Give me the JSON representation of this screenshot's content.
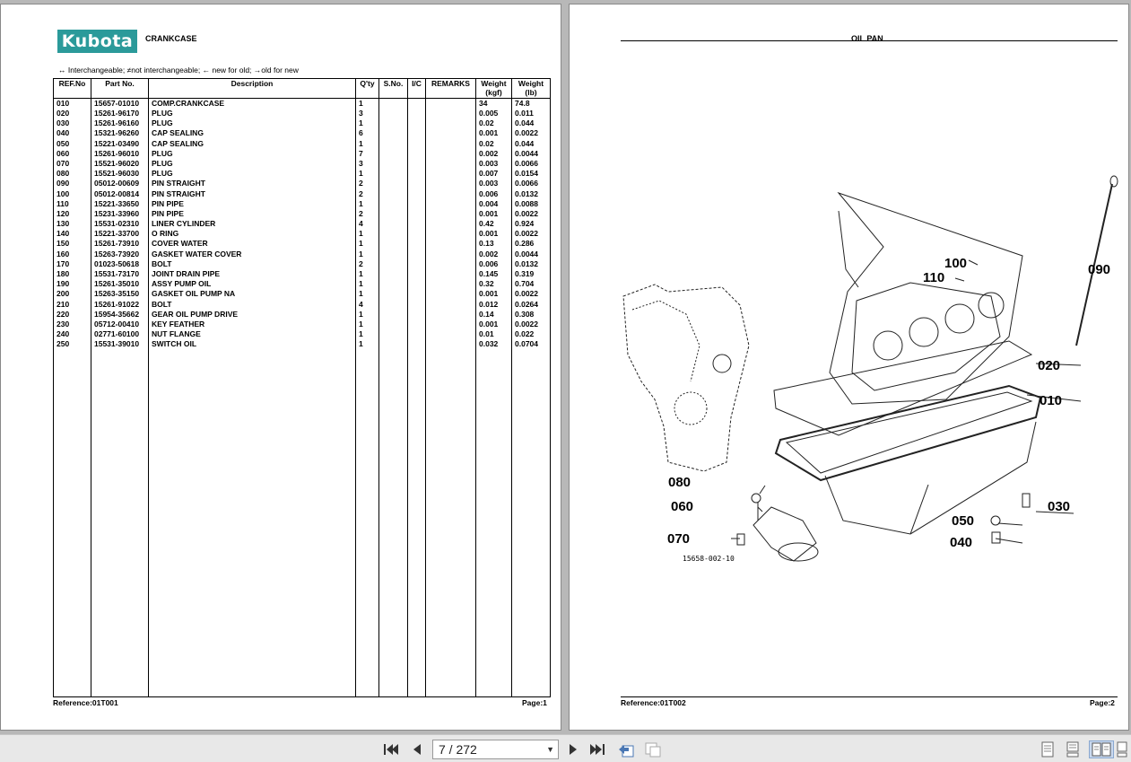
{
  "left_page": {
    "logo": "Kubota",
    "title": "CRANKCASE",
    "legend": "↔ Interchangeable;   ≠not interchangeable;   ← new for old;   →old for new",
    "columns": [
      "REF.No",
      "Part No.",
      "Description",
      "Q'ty",
      "S.No.",
      "I/C",
      "REMARKS",
      "Weight\n(kgf)",
      "Weight\n(lb)"
    ],
    "rows": [
      [
        "010",
        "15657-01010",
        "COMP.CRANKCASE",
        "1",
        "",
        "",
        "",
        "34",
        "74.8"
      ],
      [
        "020",
        "15261-96170",
        "PLUG",
        "3",
        "",
        "",
        "",
        "0.005",
        "0.011"
      ],
      [
        "030",
        "15261-96160",
        "PLUG",
        "1",
        "",
        "",
        "",
        "0.02",
        "0.044"
      ],
      [
        "040",
        "15321-96260",
        "CAP SEALING",
        "6",
        "",
        "",
        "",
        "0.001",
        "0.0022"
      ],
      [
        "050",
        "15221-03490",
        "CAP SEALING",
        "1",
        "",
        "",
        "",
        "0.02",
        "0.044"
      ],
      [
        "060",
        "15261-96010",
        "PLUG",
        "7",
        "",
        "",
        "",
        "0.002",
        "0.0044"
      ],
      [
        "070",
        "15521-96020",
        "PLUG",
        "3",
        "",
        "",
        "",
        "0.003",
        "0.0066"
      ],
      [
        "080",
        "15521-96030",
        "PLUG",
        "1",
        "",
        "",
        "",
        "0.007",
        "0.0154"
      ],
      [
        "090",
        "05012-00609",
        "PIN STRAIGHT",
        "2",
        "",
        "",
        "",
        "0.003",
        "0.0066"
      ],
      [
        "100",
        "05012-00814",
        "PIN STRAIGHT",
        "2",
        "",
        "",
        "",
        "0.006",
        "0.0132"
      ],
      [
        "110",
        "15221-33650",
        "PIN PIPE",
        "1",
        "",
        "",
        "",
        "0.004",
        "0.0088"
      ],
      [
        "120",
        "15231-33960",
        "PIN PIPE",
        "2",
        "",
        "",
        "",
        "0.001",
        "0.0022"
      ],
      [
        "130",
        "15531-02310",
        "LINER CYLINDER",
        "4",
        "",
        "",
        "",
        "0.42",
        "0.924"
      ],
      [
        "140",
        "15221-33700",
        "O RING",
        "1",
        "",
        "",
        "",
        "0.001",
        "0.0022"
      ],
      [
        "150",
        "15261-73910",
        "COVER WATER",
        "1",
        "",
        "",
        "",
        "0.13",
        "0.286"
      ],
      [
        "160",
        "15263-73920",
        "GASKET WATER COVER",
        "1",
        "",
        "",
        "",
        "0.002",
        "0.0044"
      ],
      [
        "170",
        "01023-50618",
        "BOLT",
        "2",
        "",
        "",
        "",
        "0.006",
        "0.0132"
      ],
      [
        "180",
        "15531-73170",
        "JOINT DRAIN PIPE",
        "1",
        "",
        "",
        "",
        "0.145",
        "0.319"
      ],
      [
        "190",
        "15261-35010",
        "ASSY PUMP OIL",
        "1",
        "",
        "",
        "",
        "0.32",
        "0.704"
      ],
      [
        "200",
        "15263-35150",
        "GASKET OIL PUMP NA",
        "1",
        "",
        "",
        "",
        "0.001",
        "0.0022"
      ],
      [
        "210",
        "15261-91022",
        "BOLT",
        "4",
        "",
        "",
        "",
        "0.012",
        "0.0264"
      ],
      [
        "220",
        "15954-35662",
        "GEAR OIL PUMP DRIVE",
        "1",
        "",
        "",
        "",
        "0.14",
        "0.308"
      ],
      [
        "230",
        "05712-00410",
        "KEY FEATHER",
        "1",
        "",
        "",
        "",
        "0.001",
        "0.0022"
      ],
      [
        "240",
        "02771-60100",
        "NUT FLANGE",
        "1",
        "",
        "",
        "",
        "0.01",
        "0.022"
      ],
      [
        "250",
        "15531-39010",
        "SWITCH OIL",
        "1",
        "",
        "",
        "",
        "0.032",
        "0.0704"
      ]
    ],
    "reference": "Reference:01T001",
    "page": "Page:1"
  },
  "right_page": {
    "title": "OIL PAN",
    "callouts": [
      "100",
      "110",
      "090",
      "020",
      "010",
      "080",
      "060",
      "070",
      "030",
      "050",
      "040"
    ],
    "figure_code": "15658-002-10",
    "reference": "Reference:01T002",
    "page": "Page:2"
  },
  "toolbar": {
    "page_indicator": "7 / 272",
    "icons": [
      "first-page-icon",
      "prev-page-icon",
      "next-page-icon",
      "last-page-icon",
      "prev-view-icon",
      "next-view-icon",
      "single-page-icon",
      "continuous-icon",
      "two-page-icon",
      "two-page-continuous-icon"
    ]
  }
}
